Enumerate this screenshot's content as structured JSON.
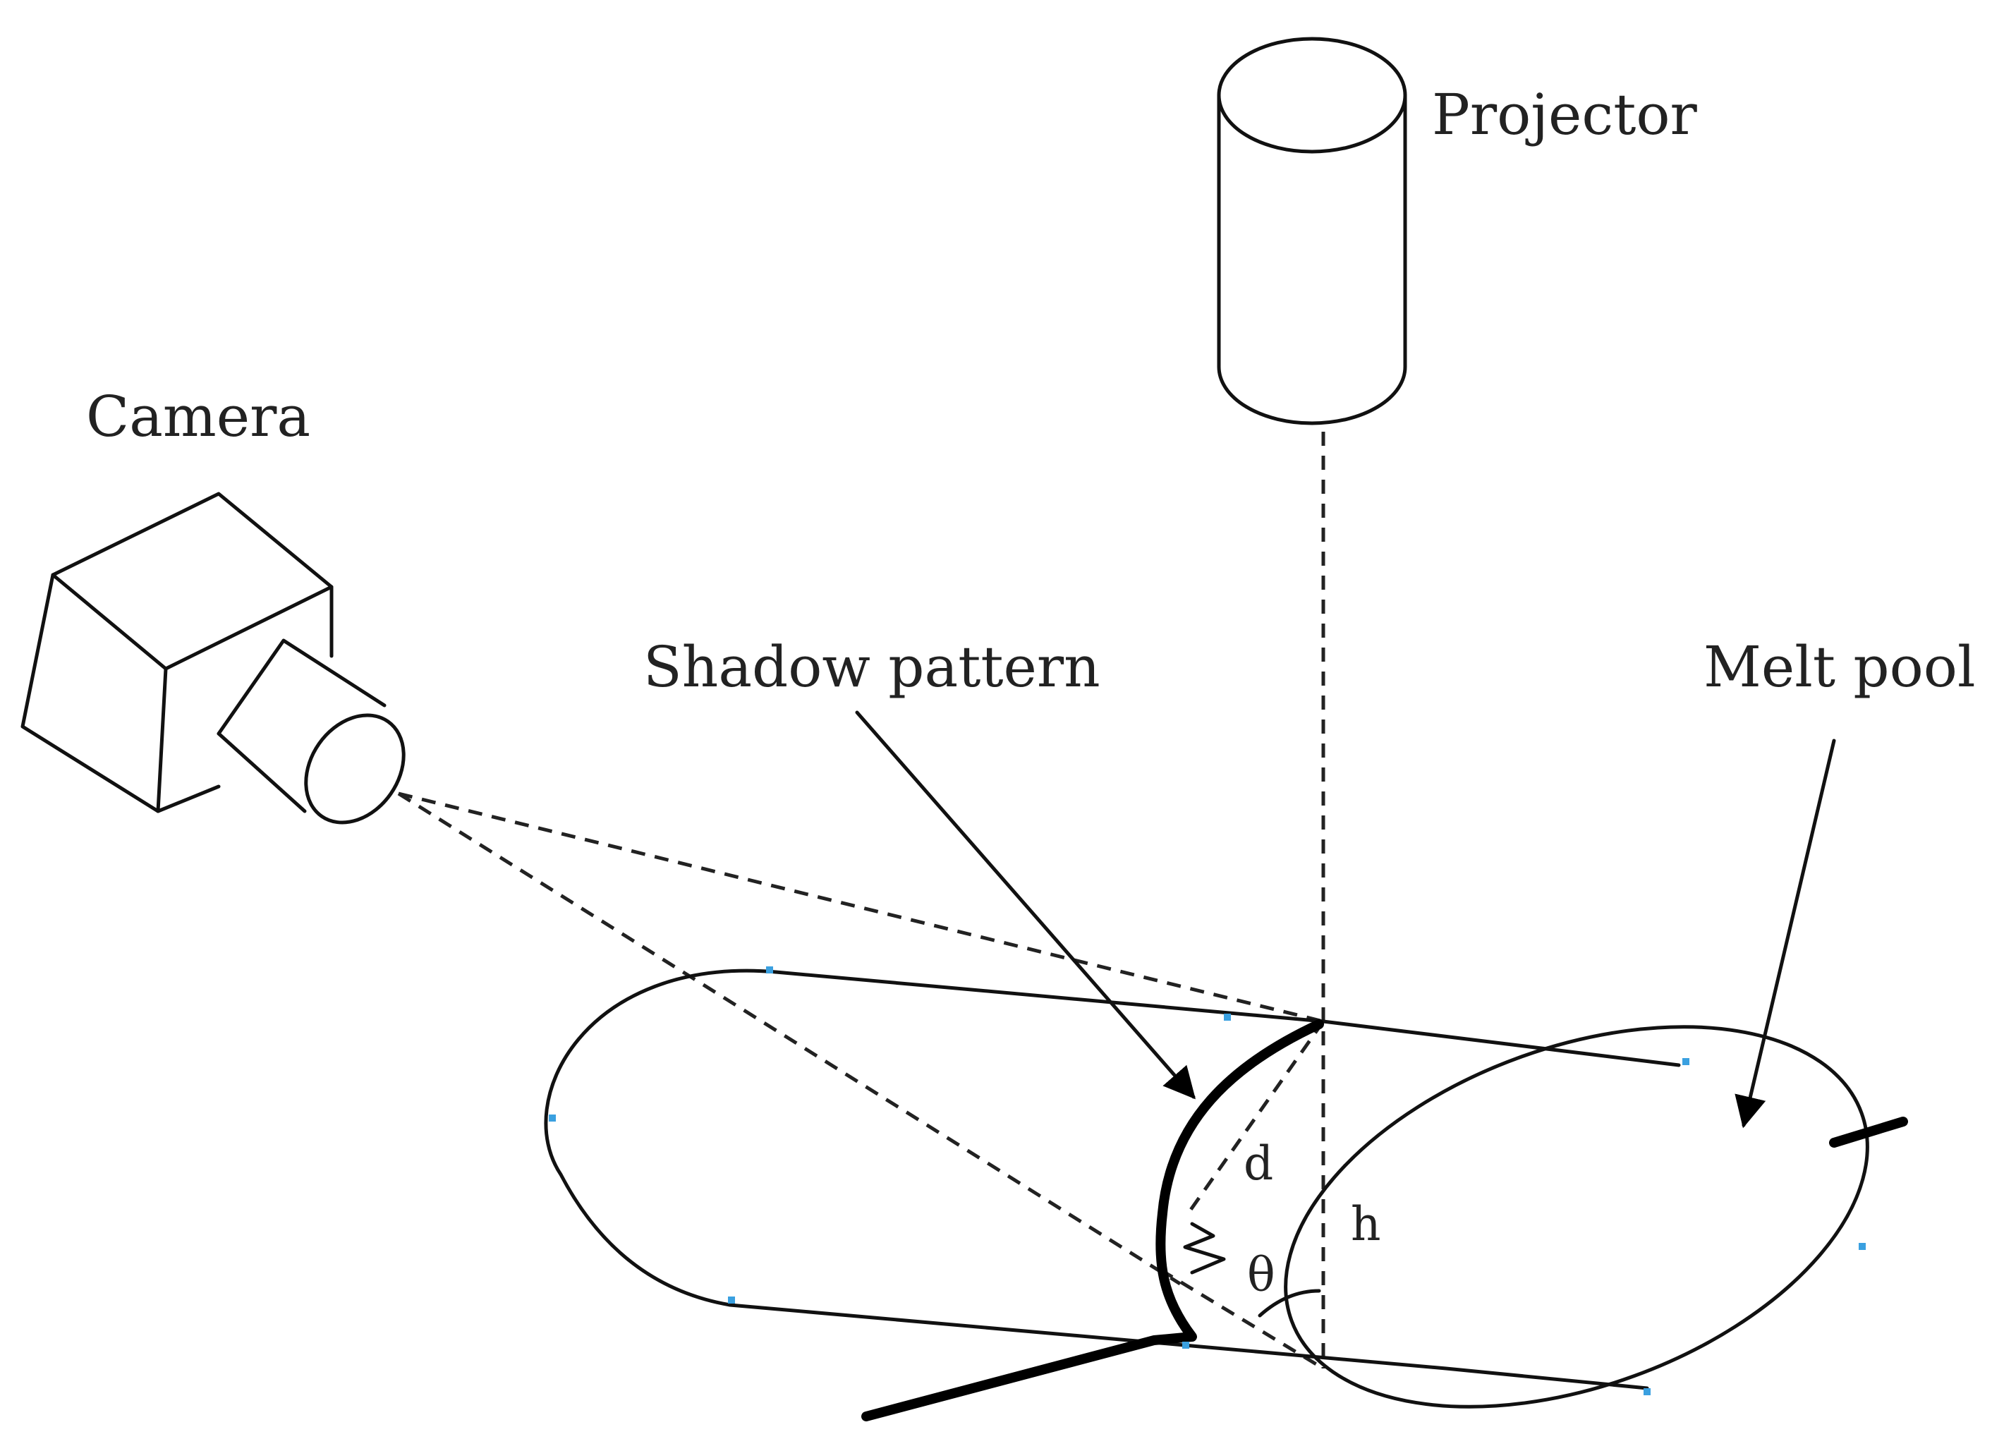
{
  "labels": {
    "projector": "Projector",
    "camera": "Camera",
    "shadow_pattern": "Shadow pattern",
    "melt_pool": "Melt pool",
    "d": "d",
    "h": "h",
    "theta": "θ"
  },
  "colors": {
    "line": "#111111",
    "marker": "#3aa0e0",
    "background": "#ffffff"
  }
}
